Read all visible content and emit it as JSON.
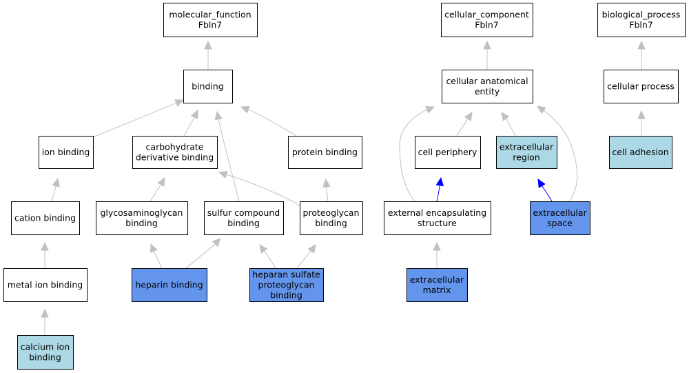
{
  "colors": {
    "default_fill": "#ffffff",
    "light_fill": "#add8e6",
    "dark_fill": "#6495ed",
    "edge_default": "#c0c0c0",
    "edge_highlight": "#0000ff",
    "border": "#000000"
  },
  "nodes": [
    {
      "id": "mf",
      "lines": [
        "molecular_function",
        "Fbln7"
      ],
      "style": "default"
    },
    {
      "id": "binding",
      "lines": [
        "binding"
      ],
      "style": "default"
    },
    {
      "id": "ion_binding",
      "lines": [
        "ion binding"
      ],
      "style": "default"
    },
    {
      "id": "carb_binding",
      "lines": [
        "carbohydrate",
        "derivative binding"
      ],
      "style": "default"
    },
    {
      "id": "protein_binding",
      "lines": [
        "protein binding"
      ],
      "style": "default"
    },
    {
      "id": "cation_binding",
      "lines": [
        "cation binding"
      ],
      "style": "default"
    },
    {
      "id": "gag_binding",
      "lines": [
        "glycosaminoglycan",
        "binding"
      ],
      "style": "default"
    },
    {
      "id": "sulfur_binding",
      "lines": [
        "sulfur compound",
        "binding"
      ],
      "style": "default"
    },
    {
      "id": "proteoglycan_binding",
      "lines": [
        "proteoglycan",
        "binding"
      ],
      "style": "default"
    },
    {
      "id": "metal_ion_binding",
      "lines": [
        "metal ion binding"
      ],
      "style": "default"
    },
    {
      "id": "heparin_binding",
      "lines": [
        "heparin binding"
      ],
      "style": "dark"
    },
    {
      "id": "hspg_binding",
      "lines": [
        "heparan sulfate",
        "proteoglycan",
        "binding"
      ],
      "style": "dark"
    },
    {
      "id": "calcium_binding",
      "lines": [
        "calcium ion",
        "binding"
      ],
      "style": "light"
    },
    {
      "id": "cc",
      "lines": [
        "cellular_component",
        "Fbln7"
      ],
      "style": "default"
    },
    {
      "id": "cae",
      "lines": [
        "cellular anatomical",
        "entity"
      ],
      "style": "default"
    },
    {
      "id": "cell_periphery",
      "lines": [
        "cell periphery"
      ],
      "style": "default"
    },
    {
      "id": "extracellular_region",
      "lines": [
        "extracellular",
        "region"
      ],
      "style": "light"
    },
    {
      "id": "ext_encap",
      "lines": [
        "external encapsulating",
        "structure"
      ],
      "style": "default"
    },
    {
      "id": "extracellular_space",
      "lines": [
        "extracellular",
        "space"
      ],
      "style": "dark"
    },
    {
      "id": "ecm",
      "lines": [
        "extracellular",
        "matrix"
      ],
      "style": "dark"
    },
    {
      "id": "bp",
      "lines": [
        "biological_process",
        "Fbln7"
      ],
      "style": "default"
    },
    {
      "id": "cellular_process",
      "lines": [
        "cellular process"
      ],
      "style": "default"
    },
    {
      "id": "cell_adhesion",
      "lines": [
        "cell adhesion"
      ],
      "style": "light"
    }
  ],
  "edges": [
    {
      "from": "binding",
      "to": "mf",
      "style": "default"
    },
    {
      "from": "ion_binding",
      "to": "binding",
      "style": "default"
    },
    {
      "from": "carb_binding",
      "to": "binding",
      "style": "default"
    },
    {
      "from": "sulfur_binding",
      "to": "binding",
      "style": "default"
    },
    {
      "from": "protein_binding",
      "to": "binding",
      "style": "default"
    },
    {
      "from": "cation_binding",
      "to": "ion_binding",
      "style": "default"
    },
    {
      "from": "gag_binding",
      "to": "carb_binding",
      "style": "default"
    },
    {
      "from": "proteoglycan_binding",
      "to": "carb_binding",
      "style": "default"
    },
    {
      "from": "proteoglycan_binding",
      "to": "protein_binding",
      "style": "default"
    },
    {
      "from": "metal_ion_binding",
      "to": "cation_binding",
      "style": "default"
    },
    {
      "from": "heparin_binding",
      "to": "gag_binding",
      "style": "default"
    },
    {
      "from": "heparin_binding",
      "to": "sulfur_binding",
      "style": "default"
    },
    {
      "from": "hspg_binding",
      "to": "sulfur_binding",
      "style": "default"
    },
    {
      "from": "hspg_binding",
      "to": "proteoglycan_binding",
      "style": "default"
    },
    {
      "from": "calcium_binding",
      "to": "metal_ion_binding",
      "style": "default"
    },
    {
      "from": "cae",
      "to": "cc",
      "style": "default"
    },
    {
      "from": "cell_periphery",
      "to": "cae",
      "style": "default"
    },
    {
      "from": "extracellular_region",
      "to": "cae",
      "style": "default"
    },
    {
      "from": "ext_encap",
      "to": "cae",
      "style": "default"
    },
    {
      "from": "extracellular_space",
      "to": "cae",
      "style": "default"
    },
    {
      "from": "ext_encap",
      "to": "cell_periphery",
      "style": "highlight"
    },
    {
      "from": "extracellular_space",
      "to": "extracellular_region",
      "style": "highlight"
    },
    {
      "from": "ecm",
      "to": "ext_encap",
      "style": "default"
    },
    {
      "from": "cellular_process",
      "to": "bp",
      "style": "default"
    },
    {
      "from": "cell_adhesion",
      "to": "cellular_process",
      "style": "default"
    }
  ]
}
